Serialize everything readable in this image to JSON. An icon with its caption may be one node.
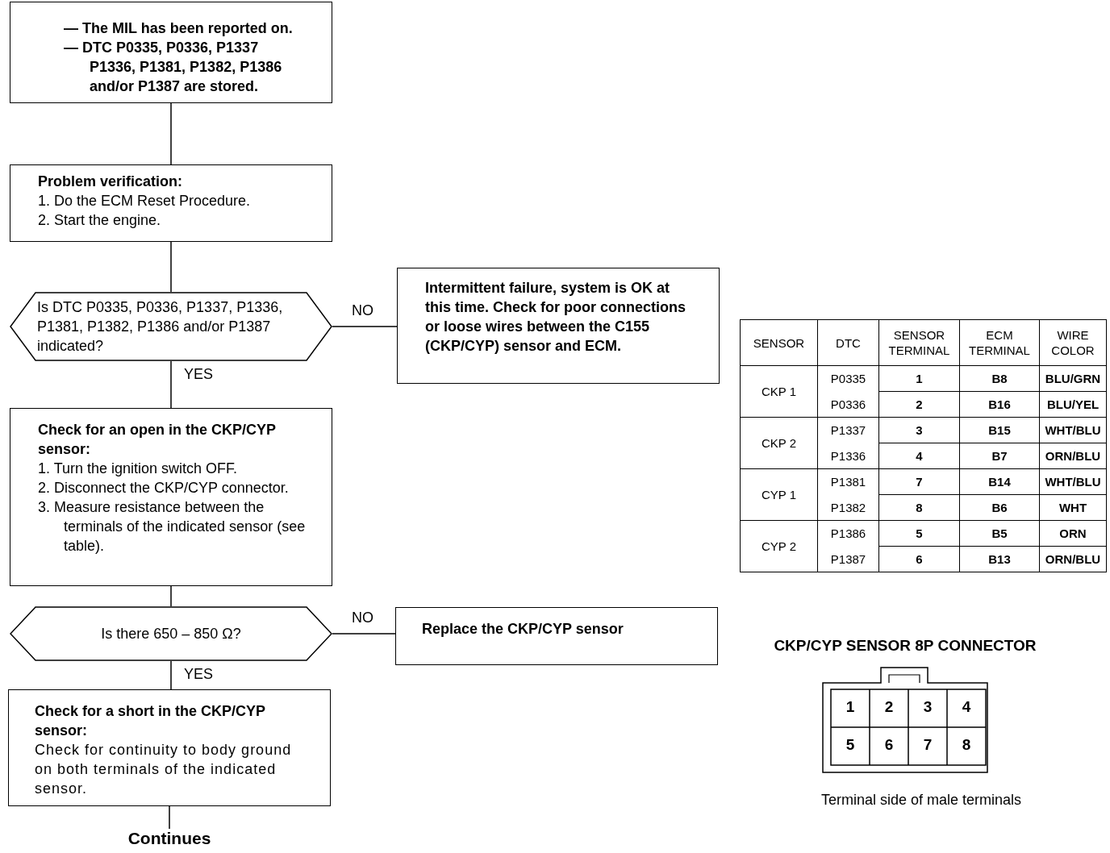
{
  "diagram": {
    "nodes": [
      {
        "text": [
          "— The MIL has been reported on.",
          "— DTC P0335, P0336, P1337 P1336, P1381, P1382, P1386 and/or P1387 are stored."
        ]
      },
      {
        "text": [
          "Problem verification:",
          "1. Do the ECM Reset Procedure.",
          "2. Start the engine."
        ]
      },
      {
        "text": [
          "Is DTC P0335, P0336, P1337, P1336, P1381, P1382, P1386 and/or P1387 indicated?"
        ]
      },
      {
        "text": [
          "Intermittent failure, system is OK at this time. Check for poor connections or loose wires between the C155 (CKP/CYP) sensor and ECM."
        ]
      },
      {
        "text": [
          "Check for an open in the CKP/CYP sensor:",
          "1. Turn the ignition switch OFF.",
          "2. Disconnect the CKP/CYP connector.",
          "3. Measure resistance between the terminals of the indicated sensor (see table)."
        ]
      },
      {
        "text": [
          "Is there 650 – 850 Ω?"
        ]
      },
      {
        "text": [
          "Replace the CKP/CYP sensor"
        ]
      },
      {
        "text": [
          "Check for a short in the CKP/CYP sensor:",
          "Check for continuity to body ground on both terminals of the indicated sensor."
        ]
      },
      {
        "text": [
          "Continues"
        ]
      }
    ],
    "edges": [
      {
        "from": 0,
        "to": 1,
        "arrow": "none"
      },
      {
        "from": 1,
        "to": 2,
        "arrow": "none"
      },
      {
        "from": 2,
        "to": 3,
        "arrow": "none",
        "label": "NO"
      },
      {
        "from": 2,
        "to": 4,
        "arrow": "none",
        "label": "YES"
      },
      {
        "from": 4,
        "to": 5,
        "arrow": "none"
      },
      {
        "from": 5,
        "to": 6,
        "arrow": "none",
        "label": "NO"
      },
      {
        "from": 5,
        "to": 7,
        "arrow": "none",
        "label": "YES"
      },
      {
        "from": 7,
        "to": 8,
        "arrow": "none"
      }
    ],
    "labels": [
      "SENSOR",
      "DTC",
      "SENSOR TERMINAL",
      "ECM TERMINAL",
      "WIRE COLOR",
      "CKP 1",
      "P0335",
      "1",
      "B8",
      "BLU/GRN",
      "P0336",
      "2",
      "B16",
      "BLU/YEL",
      "CKP 2",
      "P1337",
      "3",
      "B15",
      "WHT/BLU",
      "P1336",
      "4",
      "B7",
      "ORN/BLU",
      "CYP 1",
      "P1381",
      "7",
      "B14",
      "WHT/BLU",
      "P1382",
      "8",
      "B6",
      "WHT",
      "CYP 2",
      "P1386",
      "5",
      "B5",
      "ORN",
      "P1387",
      "6",
      "B13",
      "ORN/BLU",
      "CKP/CYP SENSOR 8P CONNECTOR",
      "1",
      "2",
      "3",
      "4",
      "5",
      "6",
      "7",
      "8",
      "Terminal side of male terminals"
    ]
  }
}
